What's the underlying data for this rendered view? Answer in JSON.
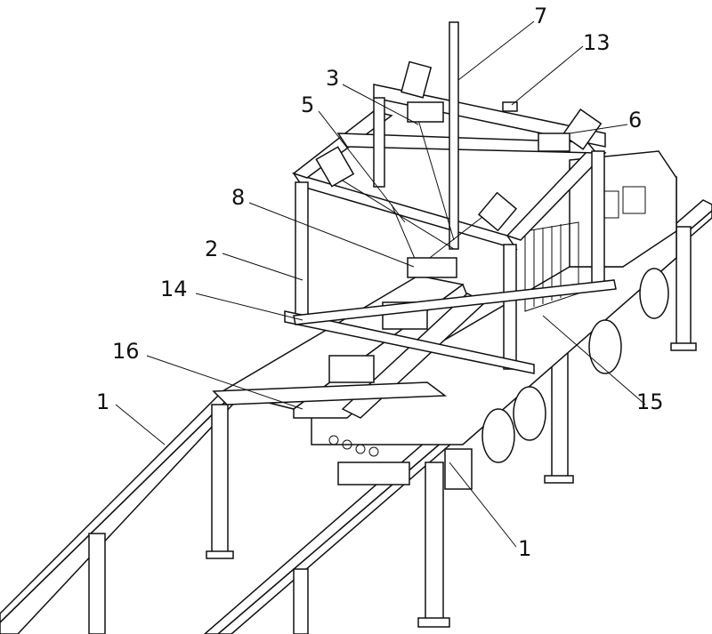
{
  "figure": {
    "labels": [
      {
        "id": "label-7",
        "text": "7"
      },
      {
        "id": "label-13",
        "text": "13"
      },
      {
        "id": "label-3",
        "text": "3"
      },
      {
        "id": "label-5",
        "text": "5"
      },
      {
        "id": "label-6",
        "text": "6"
      },
      {
        "id": "label-8",
        "text": "8"
      },
      {
        "id": "label-2",
        "text": "2"
      },
      {
        "id": "label-14",
        "text": "14"
      },
      {
        "id": "label-16",
        "text": "16"
      },
      {
        "id": "label-1a",
        "text": "1"
      },
      {
        "id": "label-15",
        "text": "15"
      },
      {
        "id": "label-1b",
        "text": "1"
      }
    ]
  }
}
